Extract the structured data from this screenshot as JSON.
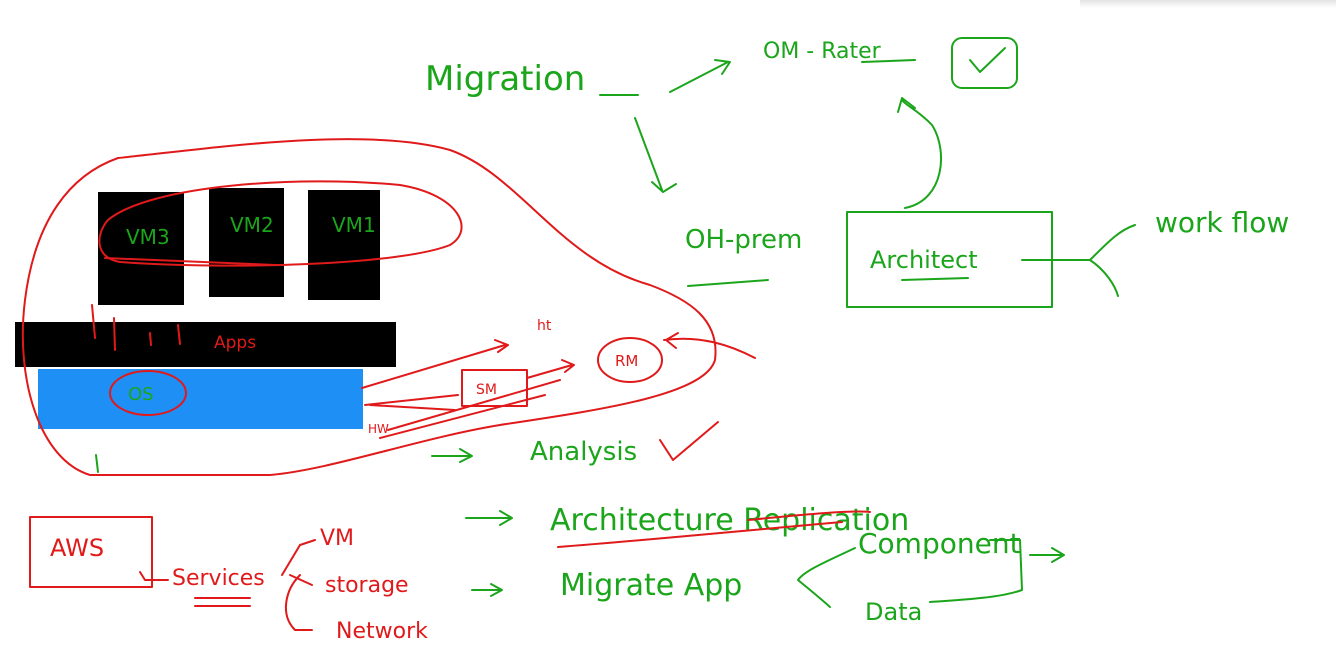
{
  "colors": {
    "green_ink": "#1ba51b",
    "red_ink": "#e01a1a",
    "vm_block": "#000000",
    "host_block": "#1e90f5"
  },
  "labels": {
    "migration": "Migration",
    "om_rater": "OM - Rater",
    "on_prem": "OH-prem",
    "architect": "Architect",
    "workflow": "work flow",
    "vm3": "VM3",
    "vm2": "VM2",
    "vm1": "VM1",
    "apps": "Apps",
    "os": "OS",
    "ht": "ht",
    "rm": "RM",
    "sm": "SM",
    "hw": "HW",
    "analysis": "Analysis",
    "aws": "AWS",
    "services": "Services",
    "vm": "VM",
    "storage": "storage",
    "network": "Network",
    "architecture_replication": "Architecture Replication",
    "migrate_app": "Migrate App",
    "component": "Component",
    "data": "Data"
  },
  "icons": {
    "checkbox": "check-box-icon",
    "tick": "check-mark-icon"
  }
}
